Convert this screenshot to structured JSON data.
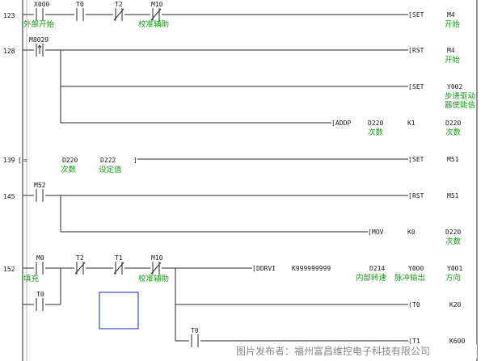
{
  "rungs": [
    {
      "step": "123",
      "contacts": [
        {
          "name": "X000",
          "type": "NO",
          "comment": "外部开始"
        },
        {
          "name": "T0",
          "type": "NO",
          "comment": ""
        },
        {
          "name": "T2",
          "type": "NC",
          "comment": ""
        },
        {
          "name": "M10",
          "type": "NC",
          "comment": "校准辅助"
        }
      ],
      "outputs": [
        {
          "instr": "SET",
          "op1": "M4",
          "comment": "开始"
        }
      ]
    },
    {
      "step": "128",
      "contacts": [
        {
          "name": "M8029",
          "type": "NO",
          "comment": ""
        }
      ],
      "outputs": [
        {
          "instr": "RST",
          "op1": "M4",
          "comment": "开始"
        },
        {
          "instr": "SET",
          "op1": "Y002",
          "comment": [
            "步进驱动",
            "器使能信"
          ]
        },
        {
          "instr": "ADDP",
          "op1": "D220",
          "op1_comment": "次数",
          "op2": "K1",
          "op3": "D220",
          "op3_comment": "次数"
        }
      ]
    },
    {
      "step": "139",
      "compare": {
        "op": "=",
        "a": "D220",
        "a_comment": "次数",
        "b": "D222",
        "b_comment": "设定值"
      },
      "outputs": [
        {
          "instr": "SET",
          "op1": "M51"
        }
      ]
    },
    {
      "step": "145",
      "contacts": [
        {
          "name": "M52",
          "type": "NO",
          "comment": ""
        }
      ],
      "outputs": [
        {
          "instr": "RST",
          "op1": "M51"
        },
        {
          "instr": "MOV",
          "op1": "K0",
          "op3": "D220",
          "op3_comment": "次数"
        }
      ]
    },
    {
      "step": "152",
      "contacts": [
        {
          "name": "M0",
          "type": "NO",
          "comment": "填充"
        },
        {
          "name": "T2",
          "type": "NC",
          "comment": ""
        },
        {
          "name": "T1",
          "type": "NC",
          "comment": ""
        },
        {
          "name": "M10",
          "type": "NC",
          "comment": "校准辅助"
        },
        {
          "name": "T0",
          "type": "NO",
          "comment": ""
        },
        {
          "name": "T0",
          "type": "NO",
          "comment": ""
        }
      ],
      "outputs": [
        {
          "instr": "DDRVI",
          "op1": "K999999999",
          "op2": "D214",
          "op2_comment": "内部转速",
          "op3": "Y000",
          "op3_comment": "脉冲输出",
          "op4": "Y001",
          "op4_comment": "方向"
        },
        {
          "instr": "T0",
          "op1": "K20"
        },
        {
          "instr": "T1",
          "op1": "K600"
        }
      ]
    }
  ],
  "watermark": "图片发布者：福州富昌维控电子科技有限公司",
  "colors": {
    "comment": "#1a9a1a",
    "line": "#2a2a2a",
    "selection": "#3a4ad0",
    "text": "#1a1a1a"
  }
}
